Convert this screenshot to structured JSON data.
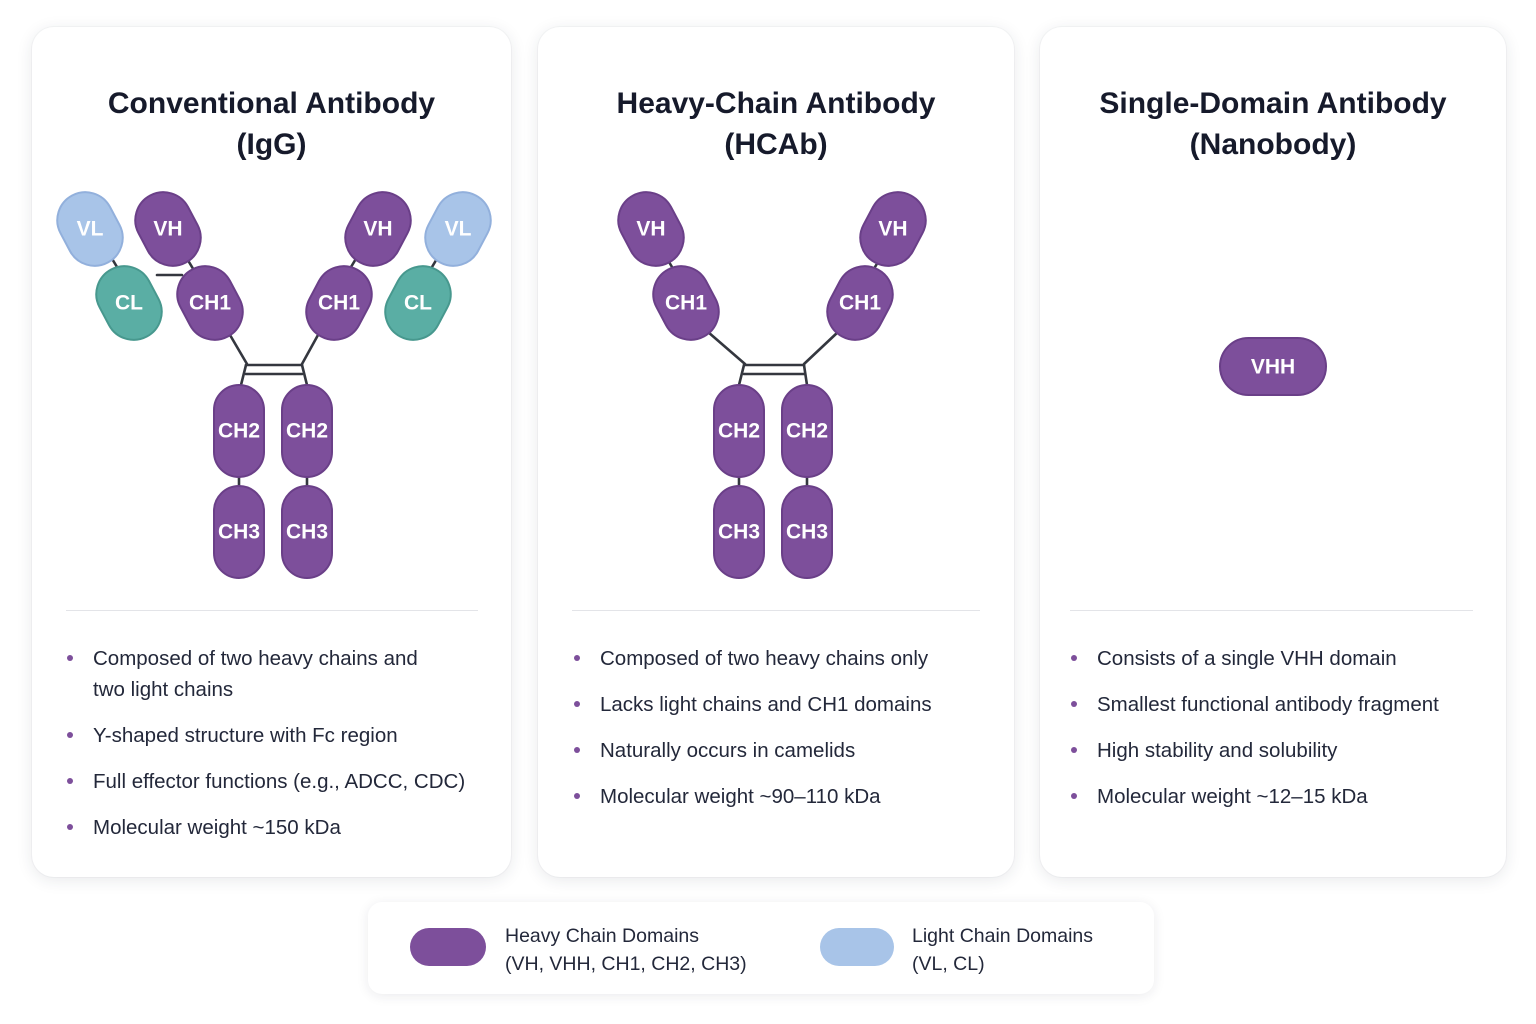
{
  "colors": {
    "heavy": "#7d4f9b",
    "heavy_stroke": "#6a3f88",
    "light": "#a8c4e8",
    "light_stroke": "#92b0dc",
    "constant_light": "#5aaea4",
    "constant_light_stroke": "#47988e",
    "link": "#34373f"
  },
  "cards": [
    {
      "title_line1": "Conventional Antibody",
      "title_line2": "(IgG)",
      "bullets": [
        "Composed of two heavy chains and two light chains",
        "Y-shaped structure with Fc region",
        "Full effector functions (e.g., ADCC, CDC)",
        "Molecular weight ~150 kDa"
      ]
    },
    {
      "title_line1": "Heavy-Chain Antibody",
      "title_line2": "(HCAb)",
      "bullets": [
        "Composed of two heavy chains only",
        "Lacks light chains and CH1 domains",
        "Naturally occurs in camelids",
        "Molecular weight ~90–110 kDa"
      ]
    },
    {
      "title_line1": "Single-Domain Antibody",
      "title_line2": "(Nanobody)",
      "bullets": [
        "Consists of a single VHH domain",
        "Smallest functional antibody fragment",
        "High stability and solubility",
        "Molecular weight ~12–15 kDa"
      ]
    }
  ],
  "domains": {
    "vl": "VL",
    "vh": "VH",
    "cl": "CL",
    "ch1": "CH1",
    "ch2": "CH2",
    "ch3": "CH3",
    "vhh": "VHH"
  },
  "legend": {
    "heavy_line1": "Heavy Chain Domains",
    "heavy_line2": "(VH, VHH, CH1, CH2, CH3)",
    "light_line1": "Light Chain Domains",
    "light_line2": "(VL, CL)"
  }
}
